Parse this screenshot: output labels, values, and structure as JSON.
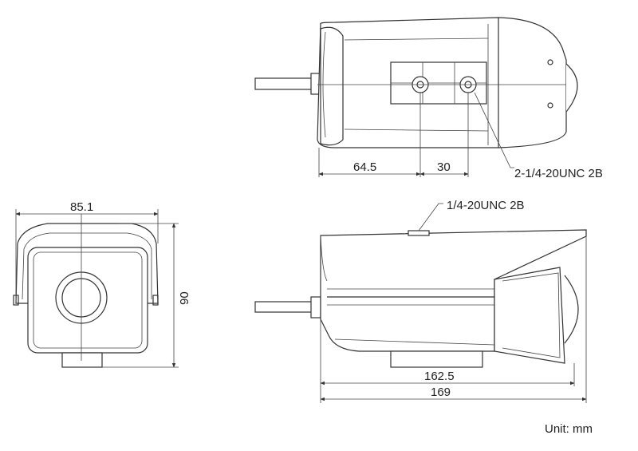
{
  "dimensions": {
    "front_width": "85.1",
    "front_height": "90",
    "mount_offset": "64.5",
    "mount_spacing": "30",
    "length_body": "162.5",
    "length_total": "169"
  },
  "labels": {
    "bottom_thread": "2-1/4-20UNC 2B",
    "top_thread": "1/4-20UNC 2B",
    "unit": "Unit: mm"
  }
}
